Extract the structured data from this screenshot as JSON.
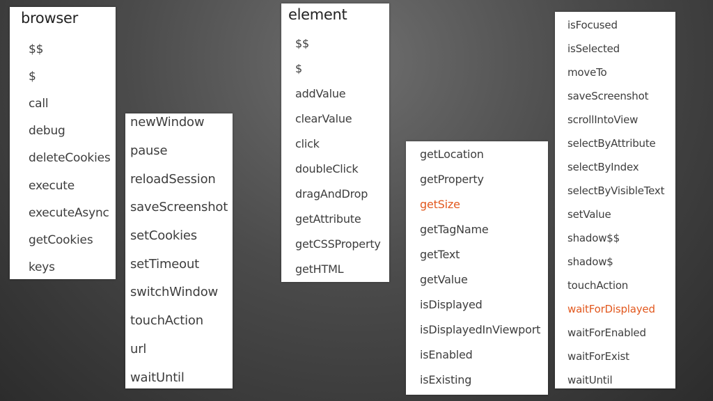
{
  "colors": {
    "highlight": "#e2581e",
    "text": "#3d3d3d",
    "card_background": "#ffffff"
  },
  "browser_card": {
    "title": "browser",
    "items": [
      "$$",
      "$",
      "call",
      "debug",
      "deleteCookies",
      "execute",
      "executeAsync",
      "getCookies",
      "keys"
    ]
  },
  "browser_card_continued": {
    "items": [
      "newWindow",
      "pause",
      "reloadSession",
      "saveScreenshot",
      "setCookies",
      "setTimeout",
      "switchWindow",
      "touchAction",
      "url",
      "waitUntil"
    ]
  },
  "element_card": {
    "title": "element",
    "items": [
      "$$",
      "$",
      "addValue",
      "clearValue",
      "click",
      "doubleClick",
      "dragAndDrop",
      "getAttribute",
      "getCSSProperty",
      "getHTML"
    ]
  },
  "element_card_continued": {
    "items": [
      "getLocation",
      "getProperty",
      "getSize",
      "getTagName",
      "getText",
      "getValue",
      "isDisplayed",
      "isDisplayedInViewport",
      "isEnabled",
      "isExisting"
    ],
    "highlighted": [
      "getSize"
    ]
  },
  "element_card_continued_2": {
    "items": [
      "isFocused",
      "isSelected",
      "moveTo",
      "saveScreenshot",
      "scrollIntoView",
      "selectByAttribute",
      "selectByIndex",
      "selectByVisibleText",
      "setValue",
      "shadow$$",
      "shadow$",
      "touchAction",
      "waitForDisplayed",
      "waitForEnabled",
      "waitForExist",
      "waitUntil"
    ],
    "highlighted": [
      "waitForDisplayed"
    ]
  }
}
